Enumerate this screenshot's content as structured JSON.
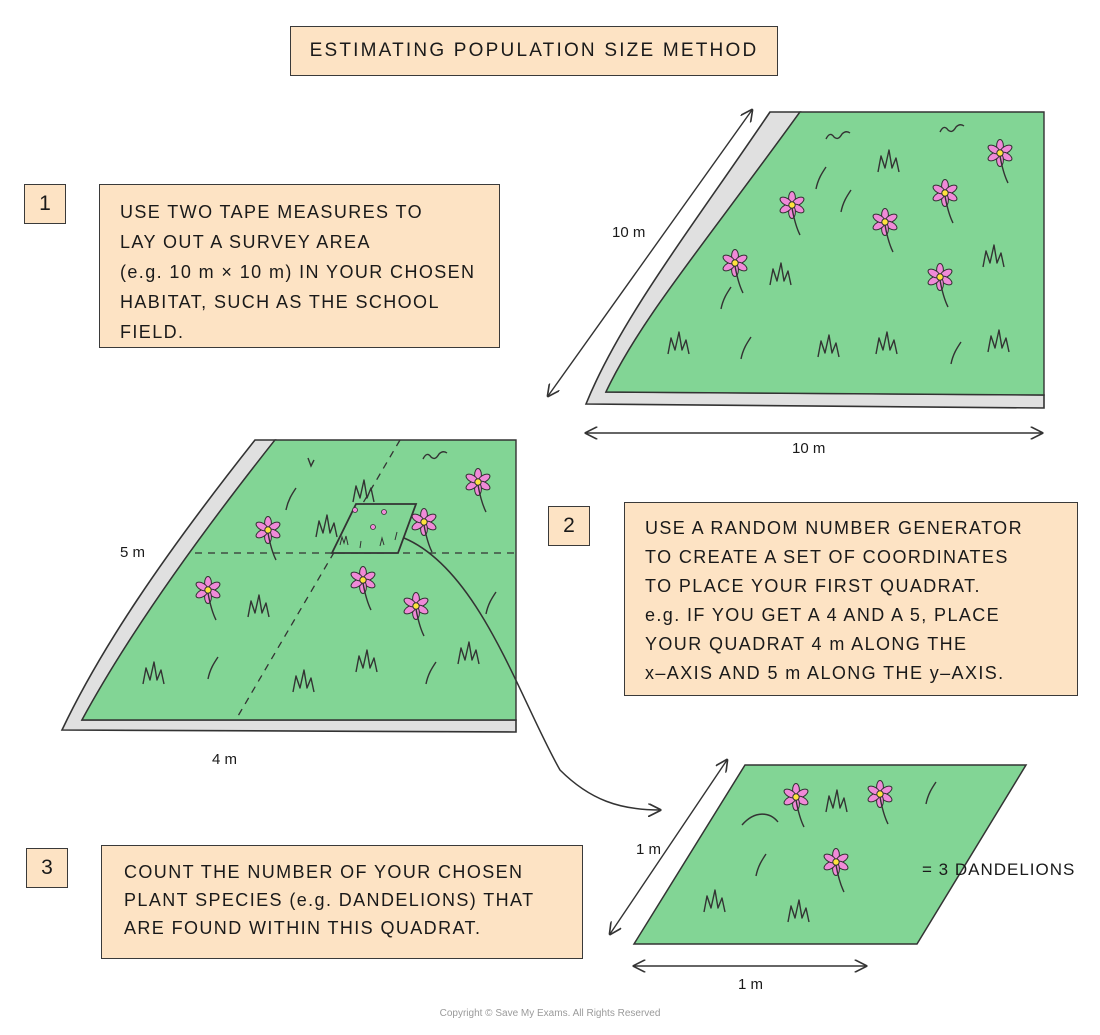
{
  "title": "ESTIMATING  POPULATION  SIZE  METHOD",
  "steps": [
    {
      "number": "1",
      "lines": [
        "USE  TWO  TAPE  MEASURES  TO",
        "LAY  OUT  A  SURVEY  AREA",
        "(e.g. 10 m × 10 m)  IN  YOUR  CHOSEN",
        "HABITAT,  SUCH  AS  THE  SCHOOL",
        "FIELD."
      ]
    },
    {
      "number": "2",
      "lines": [
        "USE  A  RANDOM  NUMBER  GENERATOR",
        "TO  CREATE  A  SET  OF  COORDINATES",
        "TO  PLACE  YOUR  FIRST  QUADRAT.",
        "e.g.  IF  YOU  GET  A  4  AND  A  5,  PLACE",
        "YOUR  QUADRAT  4 m  ALONG  THE",
        "x–AXIS  AND  5 m  ALONG  THE  y–AXIS."
      ]
    },
    {
      "number": "3",
      "lines": [
        "COUNT  THE  NUMBER  OF  YOUR  CHOSEN",
        "PLANT  SPECIES  (e.g. DANDELIONS)  THAT",
        "ARE FOUND  WITHIN  THIS  QUADRAT."
      ]
    }
  ],
  "labels": {
    "survey_side": "10 m",
    "survey_bottom": "10 m",
    "y_coordinate": "5 m",
    "x_coordinate": "4 m",
    "quadrat_side": "1 m",
    "quadrat_bottom": "1 m",
    "count_result": "= 3  DANDELIONS"
  },
  "copyright": "Copyright © Save My Exams. All Rights Reserved",
  "colors": {
    "grass": "#82d595",
    "tape": "#e0e0e0",
    "petal": "#f08ad8",
    "flower_center": "#ffe23d",
    "box": "#fde3c4"
  }
}
